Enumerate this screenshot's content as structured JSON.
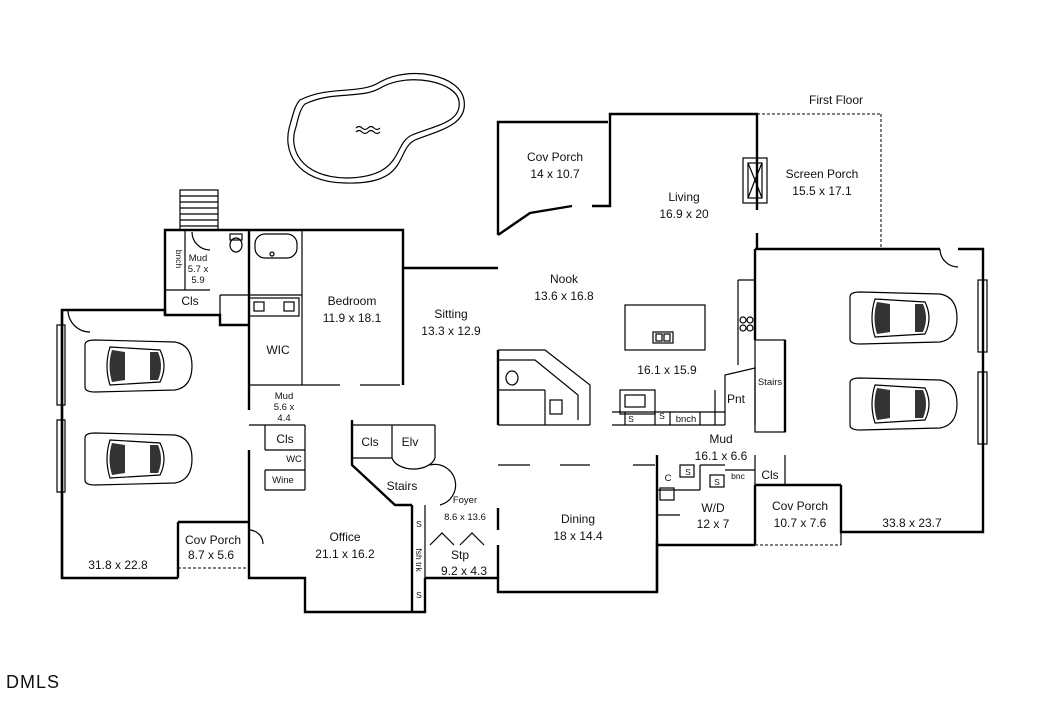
{
  "floor_label": "First Floor",
  "brand": "DMLS",
  "rooms": {
    "cov_porch_top": {
      "name": "Cov Porch",
      "dim": "14 x 10.7"
    },
    "living": {
      "name": "Living",
      "dim": "16.9 x 20"
    },
    "screen_porch": {
      "name": "Screen Porch",
      "dim": "15.5 x 17.1"
    },
    "nook": {
      "name": "Nook",
      "dim": "13.6 x 16.8"
    },
    "sitting": {
      "name": "Sitting",
      "dim": "13.3 x 12.9"
    },
    "bedroom": {
      "name": "Bedroom",
      "dim": "11.9 x 18.1"
    },
    "kitchen": {
      "dim": "16.1 x 15.9"
    },
    "mud_top": {
      "name": "Mud",
      "dim1": "5.7 x",
      "dim2": "5.9"
    },
    "mud_mid": {
      "name": "Mud",
      "dim1": "5.6 x",
      "dim2": "4.4"
    },
    "mud_right": {
      "name": "Mud",
      "dim": "16.1 x 6.6"
    },
    "office": {
      "name": "Office",
      "dim": "21.1 x 16.2"
    },
    "foyer": {
      "name": "Foyer",
      "dim": "8.6 x 13.6"
    },
    "stp": {
      "name": "Stp",
      "dim": "9.2 x 4.3"
    },
    "dining": {
      "name": "Dining",
      "dim": "18 x 14.4"
    },
    "wd": {
      "name": "W/D",
      "dim": "12 x 7"
    },
    "cov_porch_left": {
      "name": "Cov Porch",
      "dim": "8.7 x 5.6"
    },
    "cov_porch_right": {
      "name": "Cov Porch",
      "dim": "10.7 x 7.6"
    },
    "garage_left": {
      "dim": "31.8 x 22.8"
    },
    "garage_right": {
      "dim": "33.8 x 23.7"
    }
  },
  "labels": {
    "bnch": "bnch",
    "cls": "Cls",
    "wic": "WIC",
    "wc": "WC",
    "wine": "Wine",
    "elv": "Elv",
    "stairs": "Stairs",
    "pnt": "Pnt",
    "s": "S",
    "bnc": "bnc",
    "c": "C",
    "fsh_trk": "fsh trk"
  }
}
